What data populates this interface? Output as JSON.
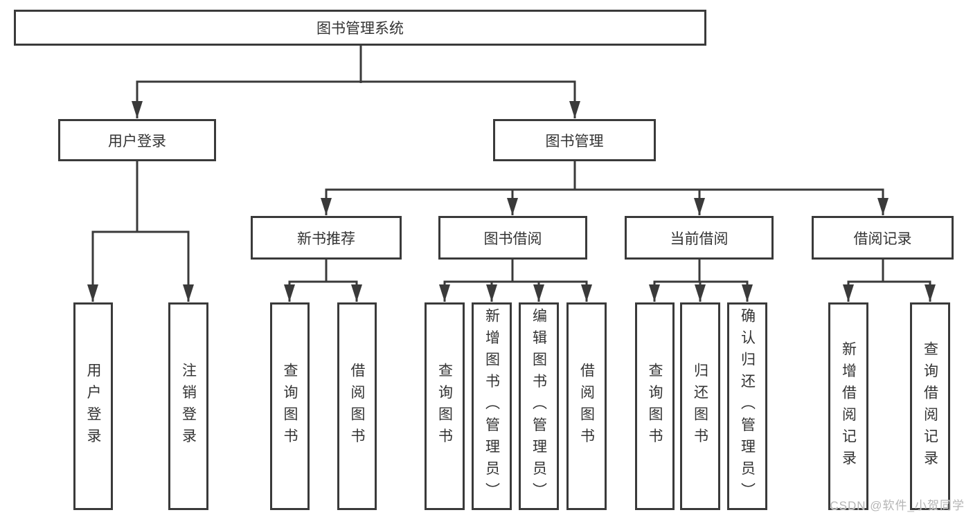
{
  "title": "图书管理系统",
  "watermark": "CSDN @软件_小贺同学",
  "colors": {
    "line": "#3a3a3a",
    "text": "#333333",
    "background": "#ffffff",
    "watermark": "#b5b5b5"
  },
  "tree": {
    "label": "图书管理系统",
    "children": [
      {
        "label": "用户登录",
        "children": [
          {
            "label": "用户登录"
          },
          {
            "label": "注销登录"
          }
        ]
      },
      {
        "label": "图书管理",
        "children": [
          {
            "label": "新书推荐",
            "children": [
              {
                "label": "查询图书"
              },
              {
                "label": "借阅图书"
              }
            ]
          },
          {
            "label": "图书借阅",
            "children": [
              {
                "label": "查询图书"
              },
              {
                "label": "新增图书（管理员）"
              },
              {
                "label": "编辑图书（管理员）"
              },
              {
                "label": "借阅图书"
              }
            ]
          },
          {
            "label": "当前借阅",
            "children": [
              {
                "label": "查询图书"
              },
              {
                "label": "归还图书"
              },
              {
                "label": "确认归还（管理员）"
              }
            ]
          },
          {
            "label": "借阅记录",
            "children": [
              {
                "label": "新增借阅记录"
              },
              {
                "label": "查询借阅记录"
              }
            ]
          }
        ]
      }
    ]
  }
}
